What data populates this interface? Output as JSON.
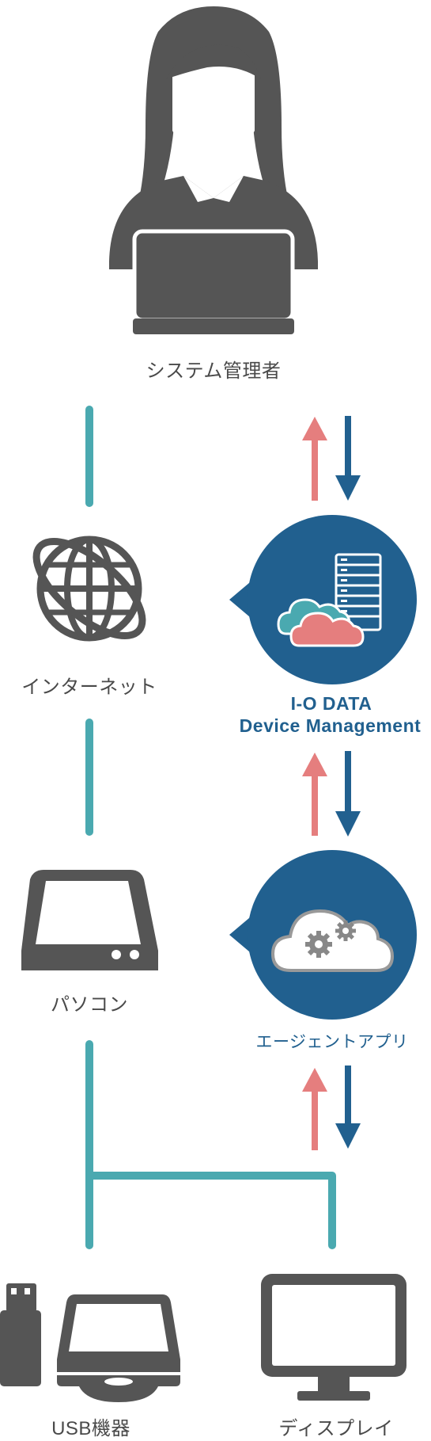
{
  "nodes": {
    "admin": "システム管理者",
    "internet": "インターネット",
    "service_line1": "I-O DATA",
    "service_line2": "Device Management",
    "pc": "パソコン",
    "agent": "エージェントアプリ",
    "usb": "USB機器",
    "display": "ディスプレイ"
  },
  "colors": {
    "teal": "#4aa9b0",
    "navy": "#21608f",
    "salmon": "#e57e7e",
    "gray": "#555555"
  }
}
